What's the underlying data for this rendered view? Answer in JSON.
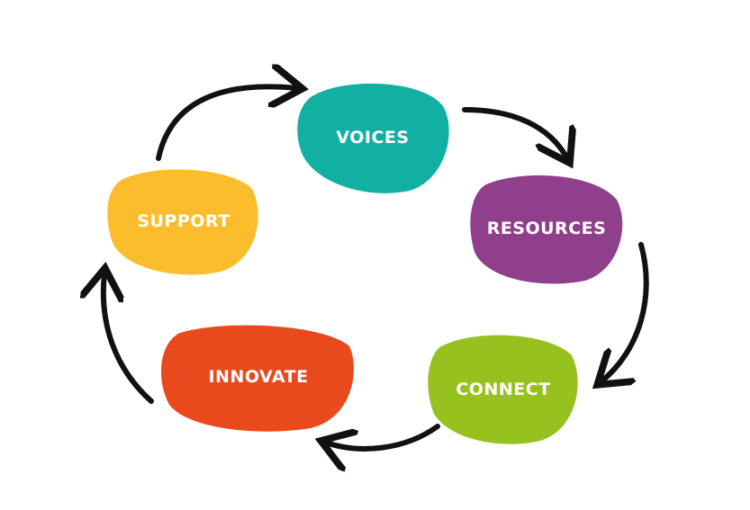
{
  "nodes": [
    {
      "id": "voices",
      "label": "VOICES",
      "color": "#12b0a3"
    },
    {
      "id": "resources",
      "label": "RESOURCES",
      "color": "#8f3f8c"
    },
    {
      "id": "connect",
      "label": "CONNECT",
      "color": "#97c11f"
    },
    {
      "id": "innovate",
      "label": "INNOVATE",
      "color": "#e8491d"
    },
    {
      "id": "support",
      "label": "SUPPORT",
      "color": "#fbbd2b"
    }
  ],
  "arrow_color": "#111111"
}
